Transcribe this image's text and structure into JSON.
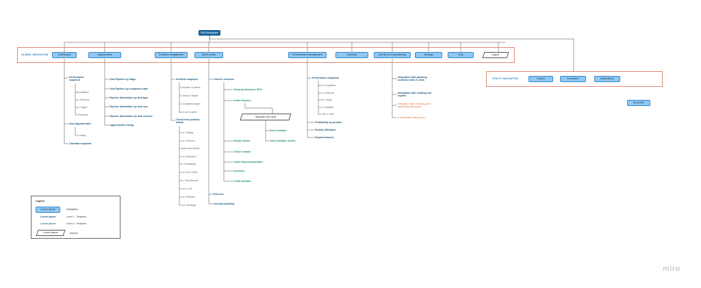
{
  "root": "RM Workspace",
  "global_nav": {
    "label": "GLOBAL NAVIGATION",
    "items": [
      "Dashboard",
      "Opportunities",
      "Portfolio management",
      "Client profile",
      "Performance management",
      "Calendar",
      "Activity and call planning",
      "Settings",
      "Help"
    ],
    "logout": "Logout"
  },
  "utility_nav": {
    "label": "UTILITY NAVIGATION",
    "items": [
      "Search",
      "Favorites?",
      "Notifications"
    ],
    "profile": "My profile"
  },
  "dashboard": {
    "perf": "Performance snapshot",
    "perf_sub": [
      "Completed",
      "Planned",
      "Target",
      "Potential"
    ],
    "new_opp": "New Opportunities",
    "new_opp_sub": "Listing",
    "calendar": "Calendar snapshot"
  },
  "opportunities": [
    "Deal Pipeline by Stage",
    "Deal Pipeline by completion date",
    "Pipeline distribution by deal type",
    "Pipeline distribution by deal size",
    "Pipeline distribution by deal revenue",
    "Opportunities listing"
  ],
  "portfolio": {
    "snapshot": "Portfolio snapshot",
    "snapshot_sub": [
      "Number of clients",
      "Annual Target",
      "Completed target",
      "All in yield"
    ],
    "client_level": "Client-level portfolio details",
    "client_level_sub": [
      "Rating",
      "Turnover",
      "Approved facility",
      "Utilization",
      "Profitability",
      "All in Yield",
      "Total deposit",
      "CSI",
      "Potential",
      "Strategy"
    ]
  },
  "client_profile": {
    "overview": "Client & overview",
    "kpis": "Client performance KPIs",
    "pipeline": "Active Pipeline",
    "simulate": "Simulate new deal",
    "deal_sim": "Deal simulator",
    "deal_sim_results": "Deal simulator results",
    "similar": "Similar clients",
    "details": "Client's details",
    "requests": "Latest Requests/Updates",
    "accounts": "Accounts",
    "credit": "Credit facilities",
    "eva": "EVA tree",
    "planning": "Account planning"
  },
  "performance": {
    "snapshot": "Performance snapshot",
    "snapshot_sub": [
      "Completed",
      "Planned",
      "Target",
      "Potential",
      "All in Yield"
    ],
    "product": "Profitability by product",
    "facility": "Facility Utilization",
    "deposit": "Deposit balance"
  },
  "activity": {
    "calls": "Integration with planning customer calls & visits",
    "reports": "Integration with creating call reports",
    "reviewing": "Integration with reviewing and approving call reports",
    "consolidated": "Consolidated call reports"
  },
  "legend": {
    "title": "Legend",
    "rows": [
      {
        "sample": "Lorem Ipsum",
        "desc": "Navigation"
      },
      {
        "sample": "Lorem Ipsum",
        "desc": "Level 1 - Features"
      },
      {
        "sample": "Lorem Ipsum",
        "desc": "Level 2 - Features"
      },
      {
        "sample": "Lorem Ipsum",
        "desc": "Actions"
      }
    ]
  },
  "watermark": "miro"
}
